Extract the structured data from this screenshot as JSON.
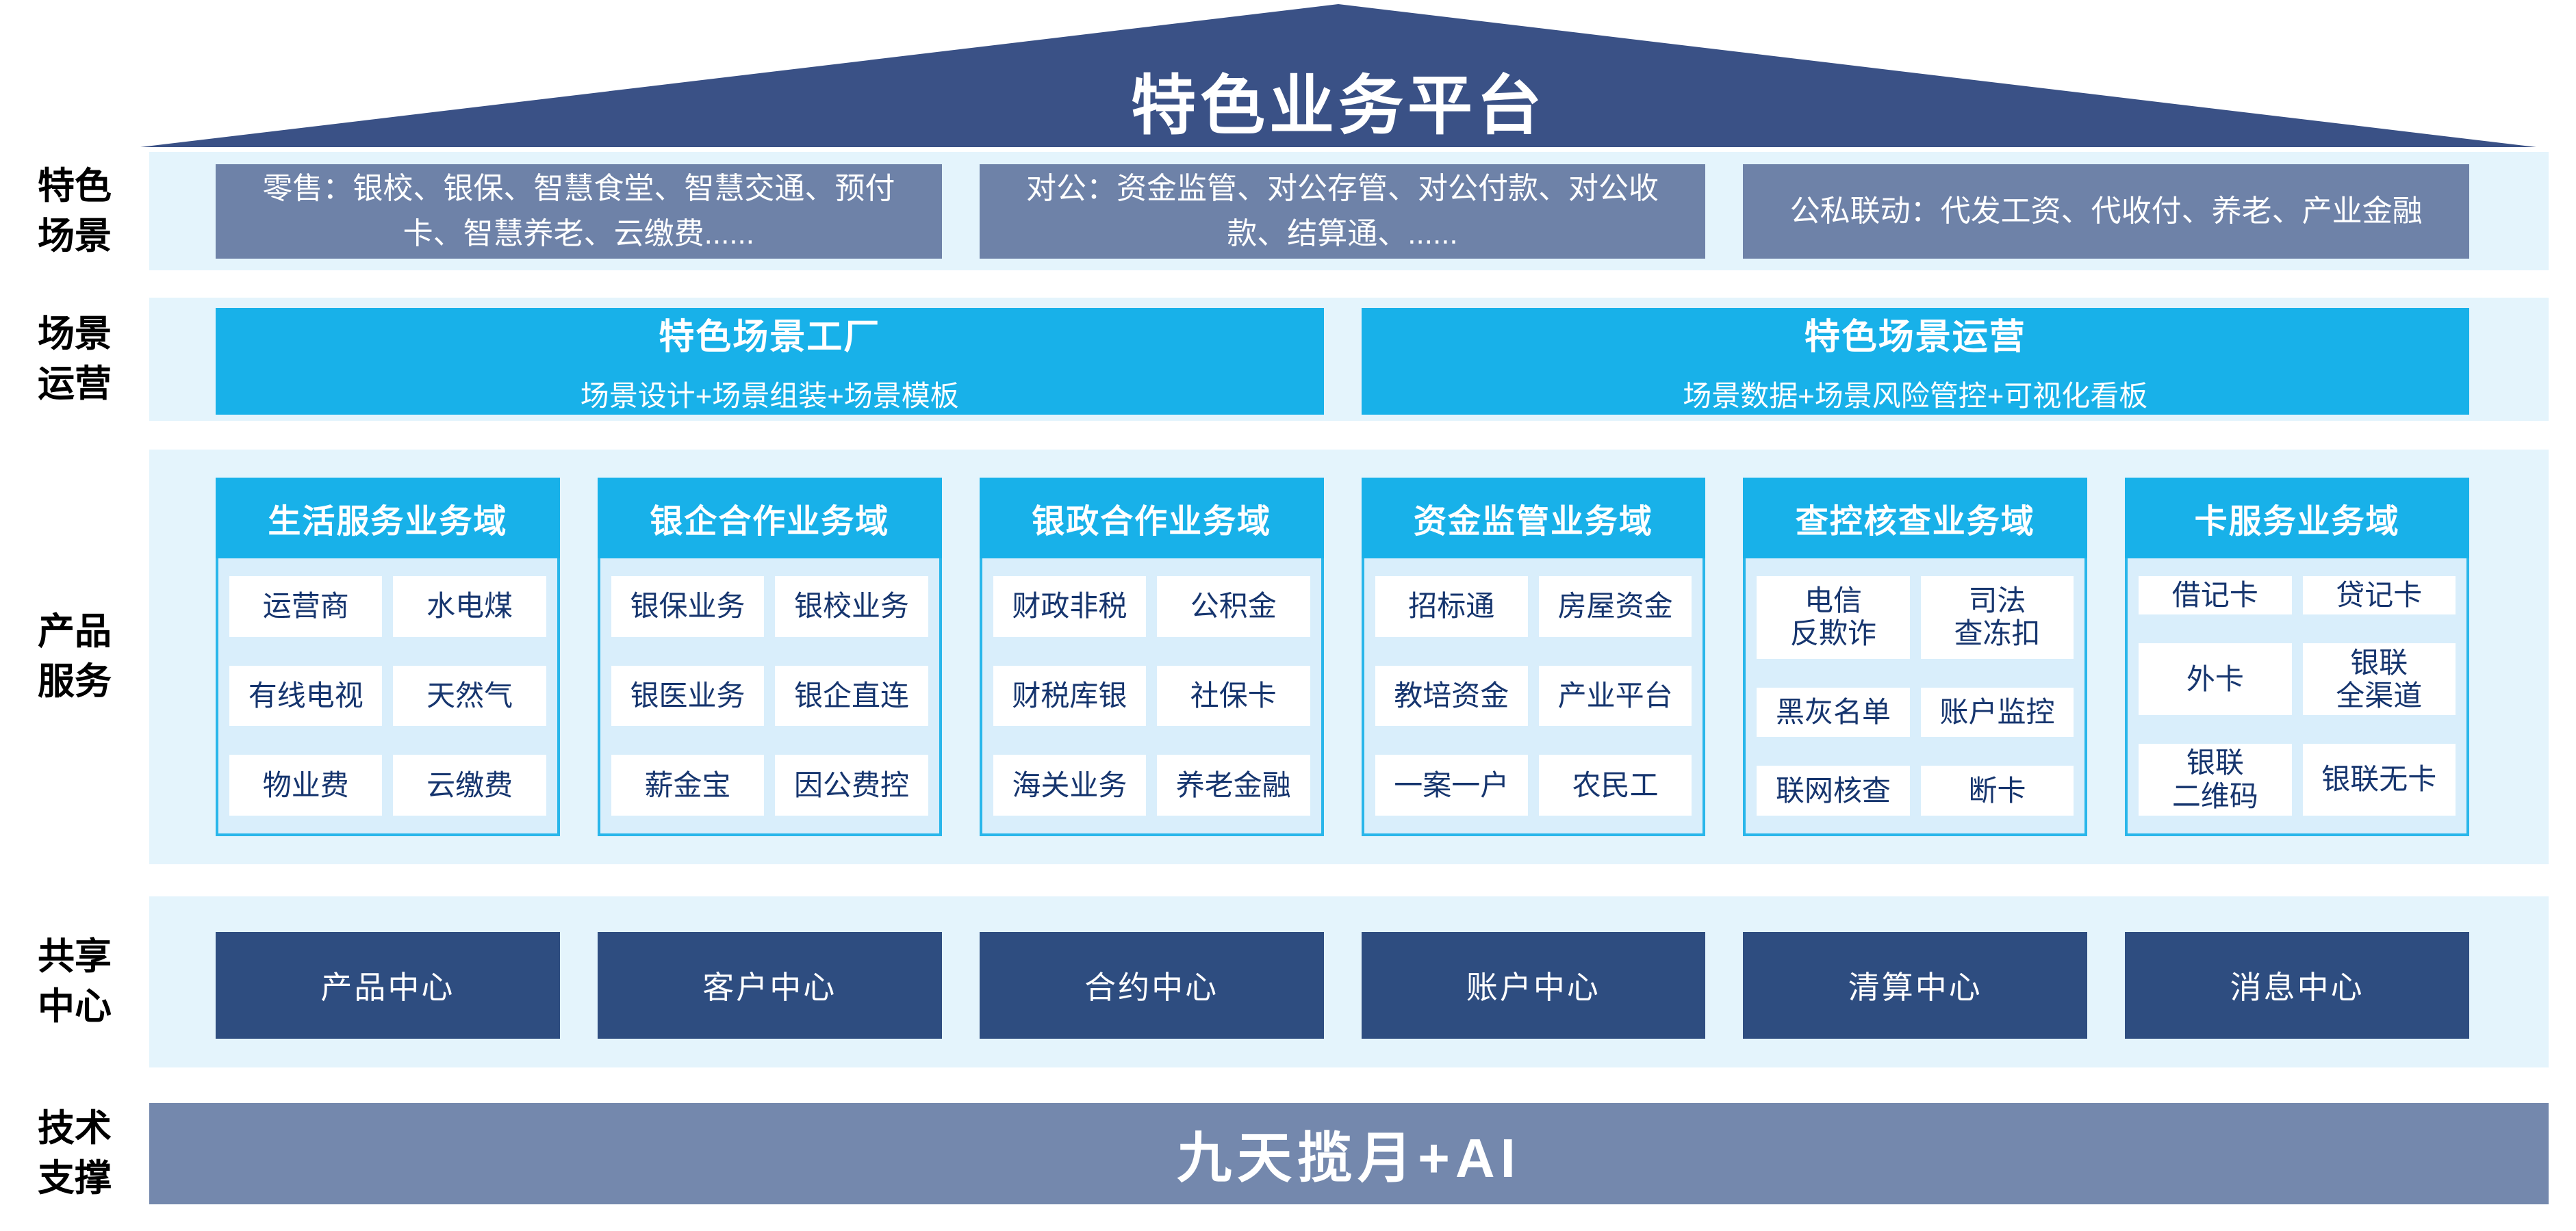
{
  "title": "特色业务平台",
  "left_labels": [
    "特色\n场景",
    "场景\n运营",
    "产品\n服务",
    "共享\n中心",
    "技术\n支撑"
  ],
  "scenario_boxes": [
    "零售：银校、银保、智慧食堂、智慧交通、预付卡、智慧养老、云缴费......",
    "对公：资金监管、对公存管、对公付款、对公收款、结算通、......",
    "公私联动：代发工资、代收付、养老、产业金融"
  ],
  "operation_boxes": [
    {
      "title": "特色场景工厂",
      "subtitle": "场景设计+场景组装+场景模板"
    },
    {
      "title": "特色场景运营",
      "subtitle": "场景数据+场景风险管控+可视化看板"
    }
  ],
  "domains": [
    {
      "header": "生活服务业务域",
      "cells": [
        "运营商",
        "水电煤",
        "有线电视",
        "天然气",
        "物业费",
        "云缴费"
      ]
    },
    {
      "header": "银企合作业务域",
      "cells": [
        "银保业务",
        "银校业务",
        "银医业务",
        "银企直连",
        "薪金宝",
        "因公费控"
      ]
    },
    {
      "header": "银政合作业务域",
      "cells": [
        "财政非税",
        "公积金",
        "财税库银",
        "社保卡",
        "海关业务",
        "养老金融"
      ]
    },
    {
      "header": "资金监管业务域",
      "cells": [
        "招标通",
        "房屋资金",
        "教培资金",
        "产业平台",
        "一案一户",
        "农民工"
      ]
    },
    {
      "header": "查控核查业务域",
      "cells": [
        "电信\n反欺诈",
        "司法\n查冻扣",
        "黑灰名单",
        "账户监控",
        "联网核查",
        "断卡"
      ]
    },
    {
      "header": "卡服务业务域",
      "cells": [
        "借记卡",
        "贷记卡",
        "外卡",
        "银联\n全渠道",
        "银联\n二维码",
        "银联无卡"
      ]
    }
  ],
  "centers": [
    "产品中心",
    "客户中心",
    "合约中心",
    "账户中心",
    "清算中心",
    "消息中心"
  ],
  "tech_support": "九天揽月+AI",
  "colors": {
    "roof_navy": "#3a5186",
    "accent_cyan": "#18b1e9",
    "cyan_border": "#29b6ea",
    "steel_blue_box": "#6e82a8",
    "band_light_blue": "#e4f4fc",
    "card_body_blue": "#d9eefb",
    "center_navy": "#2e4d80",
    "tech_bar_blue": "#7488ad",
    "cell_text_navy": "#16356e"
  }
}
